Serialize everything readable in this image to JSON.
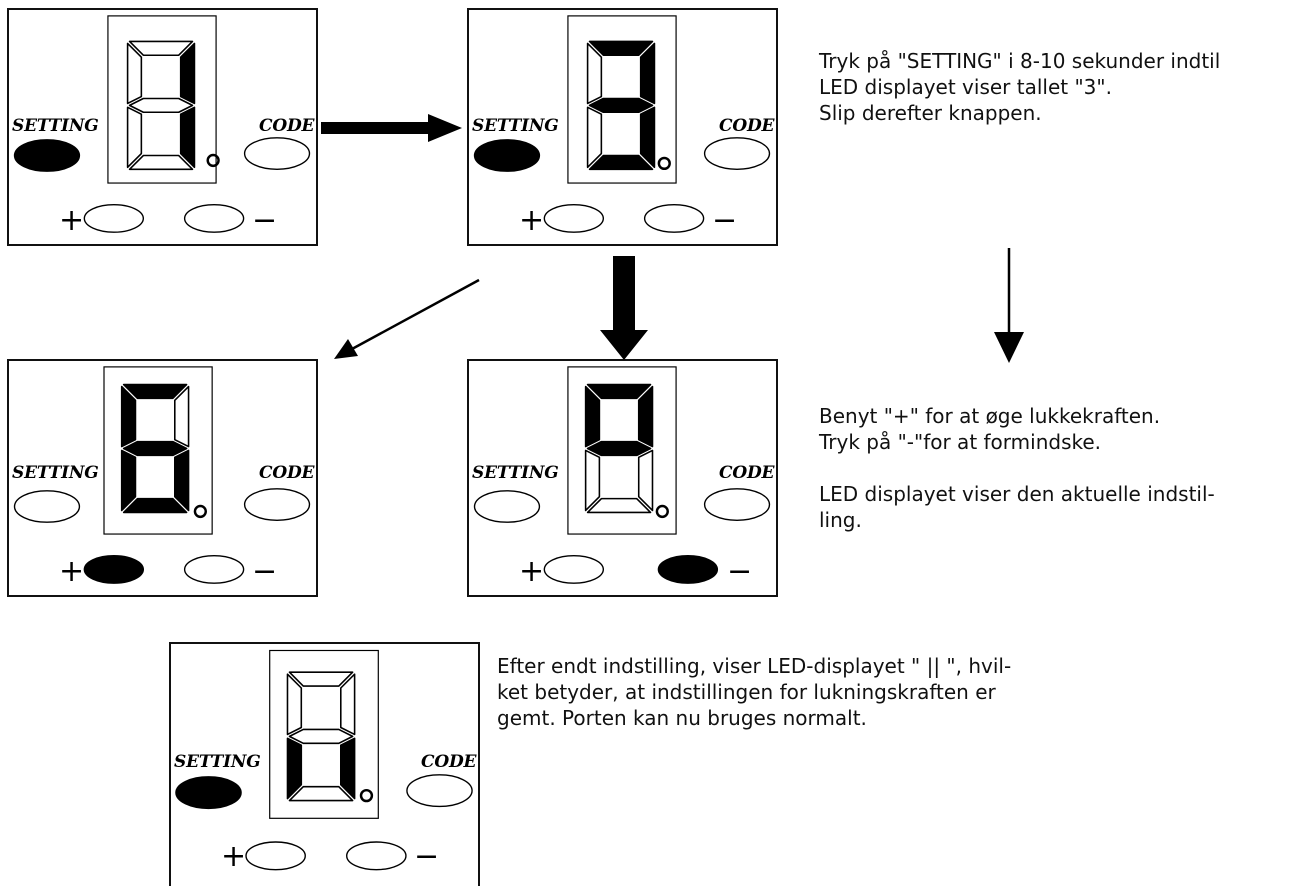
{
  "panels": [
    {
      "id": "p1",
      "setting_label": "SETTING",
      "code_label": "CODE",
      "plus_symbol": "+",
      "minus_symbol": "−",
      "setting_pressed": true,
      "plus_pressed": false,
      "minus_pressed": false,
      "filled_segments": [
        "b",
        "c"
      ]
    },
    {
      "id": "p2",
      "setting_label": "SETTING",
      "code_label": "CODE",
      "plus_symbol": "+",
      "minus_symbol": "−",
      "setting_pressed": true,
      "plus_pressed": false,
      "minus_pressed": false,
      "filled_segments": [
        "a",
        "b",
        "c",
        "d",
        "g"
      ]
    },
    {
      "id": "p3",
      "setting_label": "SETTING",
      "code_label": "CODE",
      "plus_symbol": "+",
      "minus_symbol": "−",
      "setting_pressed": false,
      "plus_pressed": true,
      "minus_pressed": false,
      "filled_segments": [
        "a",
        "c",
        "d",
        "e",
        "f",
        "g"
      ]
    },
    {
      "id": "p4",
      "setting_label": "SETTING",
      "code_label": "CODE",
      "plus_symbol": "+",
      "minus_symbol": "−",
      "setting_pressed": false,
      "plus_pressed": false,
      "minus_pressed": true,
      "filled_segments": [
        "a",
        "b",
        "f",
        "g"
      ]
    },
    {
      "id": "p5",
      "setting_label": "SETTING",
      "code_label": "CODE",
      "plus_symbol": "+",
      "minus_symbol": "−",
      "setting_pressed": true,
      "plus_pressed": false,
      "minus_pressed": false,
      "filled_segments": [
        "c",
        "e"
      ]
    }
  ],
  "texts": {
    "step1": [
      "Tryk på \"SETTING\" i 8-10 sekunder indtil",
      "LED displayet viser tallet \"3\".",
      "Slip derefter knappen."
    ],
    "step2a": [
      "Benyt \"+\" for at øge lukkekraften.",
      "Tryk på \"-\"for at formindske."
    ],
    "step2b": [
      "LED displayet viser den aktuelle indstil-",
      "ling."
    ],
    "step3": [
      "Efter endt indstilling, viser LED-displayet \" || \", hvil-",
      "ket betyder, at indstillingen for lukningskraften er",
      "gemt. Porten kan nu bruges normalt."
    ]
  },
  "colors": {
    "ink": "#000000",
    "background": "#ffffff"
  }
}
